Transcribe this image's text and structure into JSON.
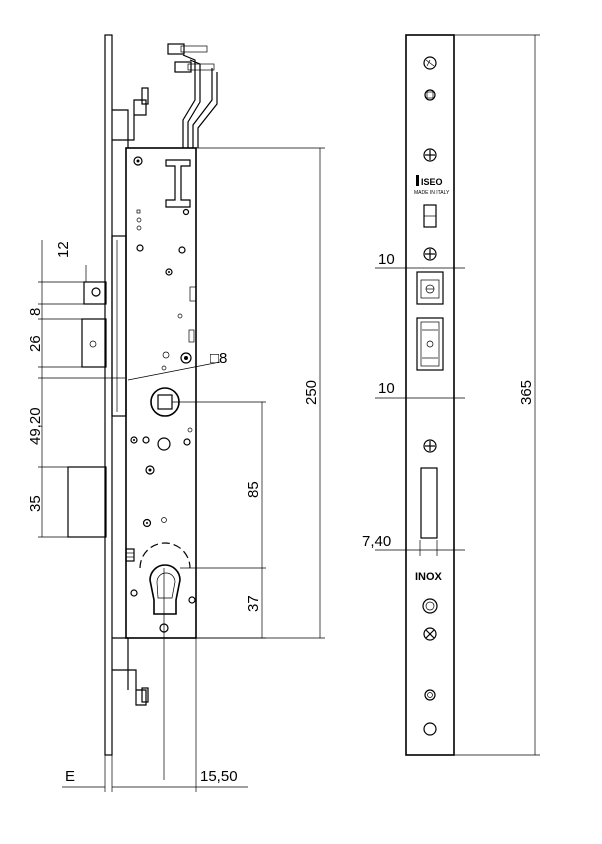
{
  "dimensions": {
    "d12": "12",
    "d8": "8",
    "d26": "26",
    "d49_20": "49,20",
    "d35": "35",
    "spindle": "□8",
    "d250": "250",
    "d85": "85",
    "d37": "37",
    "dE": "E",
    "d15_50": "15,50",
    "d10_top": "10",
    "d10_bottom": "10",
    "d7_40": "7,40",
    "d365": "365"
  },
  "faceplate": {
    "brand": "ISEO",
    "made_in": "MADE IN ITALY",
    "material": "INOX"
  }
}
